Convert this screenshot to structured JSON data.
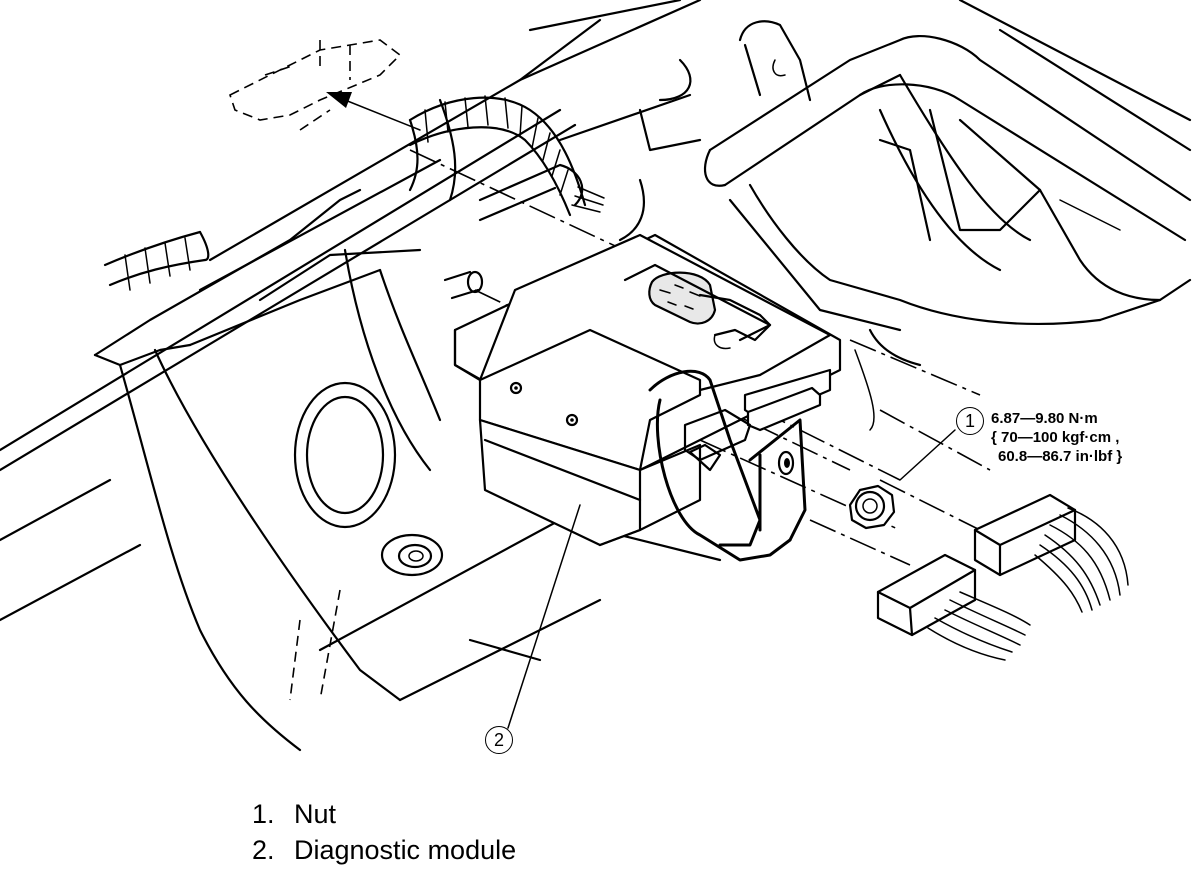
{
  "callouts": {
    "nut": {
      "number": "1"
    },
    "module": {
      "number": "2"
    }
  },
  "torque_spec": {
    "line1": "6.87—9.80 N·m",
    "line2": "{ 70—100 kgf·cm ,",
    "line3": "60.8—86.7 in·lbf }"
  },
  "legend": [
    {
      "number": "1.",
      "label": "Nut"
    },
    {
      "number": "2.",
      "label": "Diagnostic module"
    }
  ]
}
